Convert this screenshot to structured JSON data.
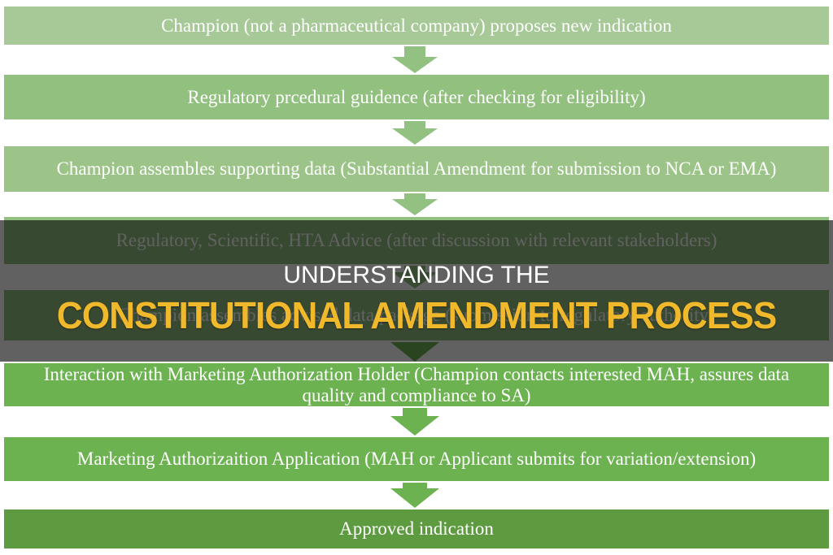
{
  "page": {
    "background": "#ffffff",
    "type": "flowchart-with-title-overlay"
  },
  "banner": {
    "line1": "UNDERSTANDING THE",
    "line2": "CONSTITUTIONAL AMENDMENT PROCESS",
    "line1_color": "#ffffff",
    "line2_color": "#efb92b",
    "overlay_color": "rgba(0,0,0,0.62)"
  },
  "flowchart": {
    "text_color": "#ffffff",
    "steps": [
      {
        "label": "Champion (not a pharmaceutical company) proposes new indication",
        "bg": "#a7c897"
      },
      {
        "label": "Regulatory prcedural guidence (after checking for eligibility)",
        "bg": "#92c07f"
      },
      {
        "label": "Champion assembles supporting data (Substantial Amendment for submission to NCA or EMA)",
        "bg": "#9cc489"
      },
      {
        "label": "Regulatory, Scientific, HTA Advice (after discussion with relevant stakeholders)",
        "bg": "#92c07f"
      },
      {
        "label": "Champion assembles advised data package (submission to regulatory authority)",
        "bg": "#93c181"
      },
      {
        "label": "Interaction with Marketing Authorization Holder (Champion contacts interested MAH, assures data quality and compliance to SA)",
        "bg": "#6cb250"
      },
      {
        "label": "Marketing Authorizaition Application (MAH or Applicant submits for variation/extension)",
        "bg": "#6cb250"
      },
      {
        "label": "Approved indication",
        "bg": "#5d9a40"
      }
    ],
    "arrows": [
      {
        "color": "#93c181"
      },
      {
        "color": "#93c181"
      },
      {
        "color": "#93c181"
      },
      {
        "color": "#93c181"
      },
      {
        "color": "#6cb250"
      },
      {
        "color": "#6cb250"
      },
      {
        "color": "#6cb250"
      }
    ]
  }
}
